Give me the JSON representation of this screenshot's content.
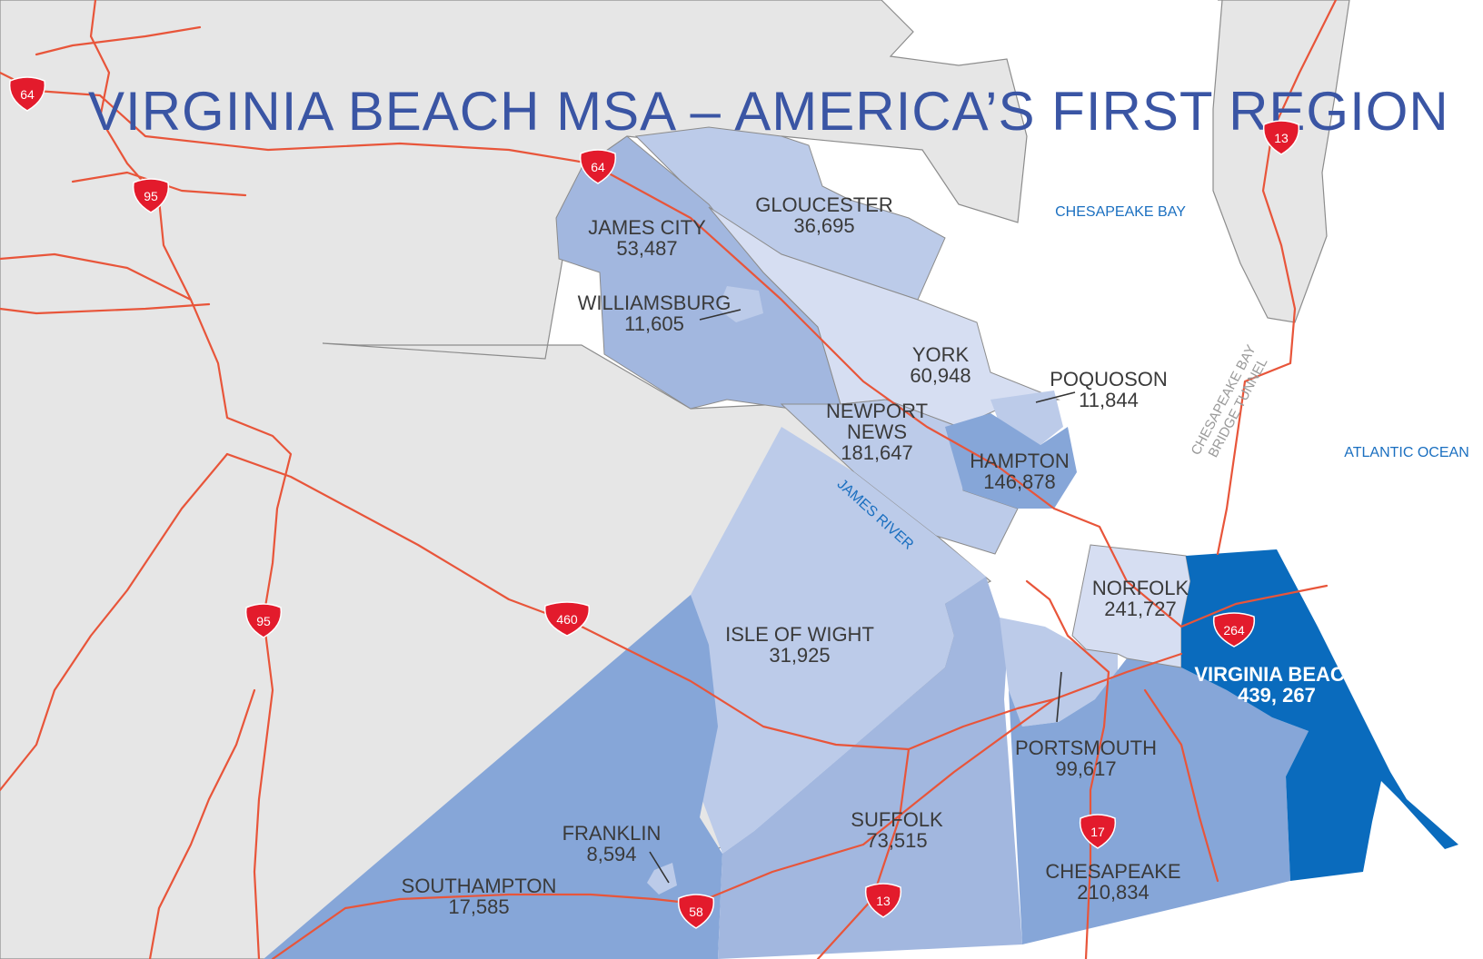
{
  "title": "VIRGINIA BEACH MSA – AMERICA’S FIRST REGION",
  "colors": {
    "land": "#e6e6e6",
    "water": "#ffffff",
    "shade_darkest": "#0a6bbd",
    "shade_dark": "#86a6d8",
    "shade_mid": "#a2b7df",
    "shade_light": "#bccbe9",
    "shade_lightest": "#d6def2",
    "road": "#e8553a",
    "shield": "#e31b2c",
    "title": "#3a55a4",
    "water_label": "#1a6fc0"
  },
  "water_labels": {
    "chesapeake_bay": "CHESAPEAKE BAY",
    "atlantic_ocean": "ATLANTIC OCEAN",
    "james_river": "JAMES RIVER",
    "bridge_tunnel_line1": "CHESAPEAKE BAY",
    "bridge_tunnel_line2": "BRIDGE TUNNEL"
  },
  "regions": {
    "gloucester": {
      "name": "GLOUCESTER",
      "population": "36,695"
    },
    "james_city": {
      "name": "JAMES CITY",
      "population": "53,487"
    },
    "williamsburg": {
      "name": "WILLIAMSBURG",
      "population": "11,605"
    },
    "york": {
      "name": "YORK",
      "population": "60,948"
    },
    "poquoson": {
      "name": "POQUOSON",
      "population": "11,844"
    },
    "newport_news": {
      "name_line1": "NEWPORT",
      "name_line2": "NEWS",
      "population": "181,647"
    },
    "hampton": {
      "name": "HAMPTON",
      "population": "146,878"
    },
    "norfolk": {
      "name": "NORFOLK",
      "population": "241,727"
    },
    "virginia_beach": {
      "name": "VIRGINIA BEACH",
      "population": "439, 267"
    },
    "isle_of_wight": {
      "name": "ISLE OF WIGHT",
      "population": "31,925"
    },
    "portsmouth": {
      "name": "PORTSMOUTH",
      "population": "99,617"
    },
    "suffolk": {
      "name": "SUFFOLK",
      "population": "73,515"
    },
    "franklin": {
      "name": "FRANKLIN",
      "population": "8,594"
    },
    "southampton": {
      "name": "SOUTHAMPTON",
      "population": "17,585"
    },
    "chesapeake": {
      "name": "CHESAPEAKE",
      "population": "210,834"
    }
  },
  "shields": {
    "i64_west": "64",
    "i64_central": "64",
    "i95_north": "95",
    "i95_south": "95",
    "us460": "460",
    "i264": "264",
    "us13_north": "13",
    "us13_south": "13",
    "us17": "17",
    "us58": "58"
  }
}
